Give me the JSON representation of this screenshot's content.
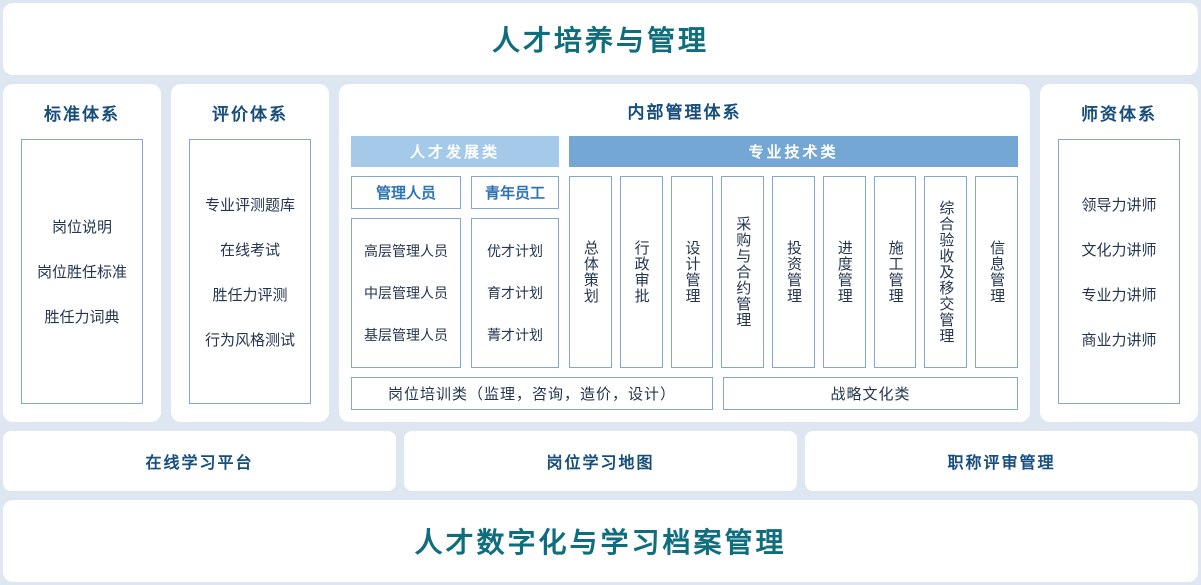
{
  "page": {
    "top_title": "人才培养与管理",
    "bottom_title": "人才数字化与学习档案管理"
  },
  "standard": {
    "title": "标准体系",
    "items": [
      "岗位说明",
      "岗位胜任标准",
      "胜任力词典"
    ]
  },
  "evaluation": {
    "title": "评价体系",
    "items": [
      "专业评测题库",
      "在线考试",
      "胜任力评测",
      "行为风格测试"
    ]
  },
  "internal": {
    "title": "内部管理体系",
    "talent_dev": {
      "header": "人才发展类",
      "groups": [
        {
          "title": "管理人员",
          "items": [
            "高层管理人员",
            "中层管理人员",
            "基层管理人员"
          ]
        },
        {
          "title": "青年员工",
          "items": [
            "优才计划",
            "育才计划",
            "菁才计划"
          ]
        }
      ]
    },
    "professional": {
      "header": "专业技术类",
      "columns": [
        "总体策划",
        "行政审批",
        "设计管理",
        "采购与合约管理",
        "投资管理",
        "进度管理",
        "施工管理",
        "综合验收及移交管理",
        "信息管理"
      ]
    },
    "bottom": [
      "岗位培训类（监理，咨询，造价，设计）",
      "战略文化类"
    ]
  },
  "teachers": {
    "title": "师资体系",
    "items": [
      "领导力讲师",
      "文化力讲师",
      "专业力讲师",
      "商业力讲师"
    ]
  },
  "platforms": [
    "在线学习平台",
    "岗位学习地图",
    "职称评审管理"
  ],
  "colors": {
    "background": "#dde6f1",
    "title_teal": "#0e6e7e",
    "header_navy": "#174e7c",
    "accent_blue": "#2e75b6",
    "bar_light_blue": "#a5c9e9",
    "bar_medium_blue": "#74a7d4",
    "box_border": "#84a7cf",
    "body_text": "#24364f"
  }
}
